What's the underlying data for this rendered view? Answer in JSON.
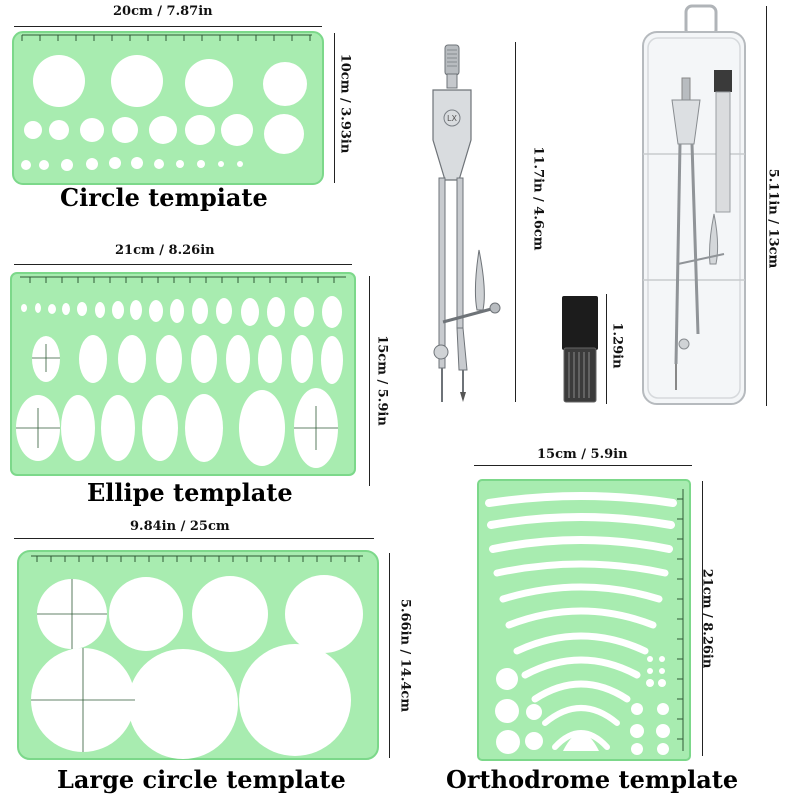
{
  "colors": {
    "template_green": "#a8ecb0",
    "template_edge": "#7cd88a",
    "hole": "#ffffff",
    "marks": "#2f5a36"
  },
  "circle_template": {
    "width_label": "20cm / 7.87in",
    "height_label": "10cm / 3.93in",
    "title": "Circle tempiate"
  },
  "ellipse_template": {
    "width_label": "21cm / 8.26in",
    "height_label": "15cm / 5.9in",
    "title": "Ellipe template"
  },
  "large_circle_template": {
    "width_label": "9.84in / 25cm",
    "height_label": "5.66in / 14.4cm",
    "title": "Large circle template"
  },
  "orthodrome_template": {
    "width_label": "15cm / 5.9in",
    "height_label": "21cm / 8.26in",
    "title": "Orthodrome template"
  },
  "compass": {
    "height_label": "11.7in / 4.6cm",
    "brand_mark": "LX"
  },
  "lead_box": {
    "height_label": "1.29in"
  },
  "storage_case": {
    "height_label": "5.11in / 13cm"
  },
  "icons": [
    "circle-template-icon",
    "ellipse-template-icon",
    "large-circle-template-icon",
    "orthodrome-template-icon",
    "compass-icon",
    "lead-box-icon",
    "storage-case-icon"
  ]
}
